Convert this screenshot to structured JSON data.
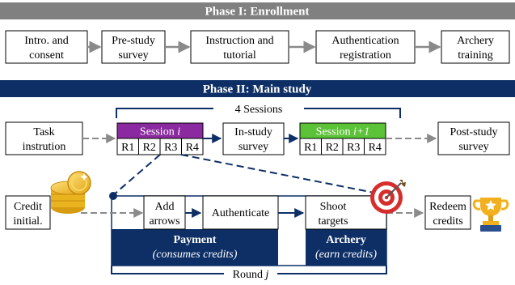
{
  "phase1": {
    "title": "Phase I: Enrollment",
    "steps": [
      {
        "line1": "Intro. and",
        "line2": "consent"
      },
      {
        "line1": "Pre-study",
        "line2": "survey"
      },
      {
        "line1": "Instruction and",
        "line2": "tutorial"
      },
      {
        "line1": "Authentication",
        "line2": "registration"
      },
      {
        "line1": "Archery",
        "line2": "training"
      }
    ]
  },
  "phase2": {
    "title": "Phase II: Main study",
    "sessions_label": "4 Sessions",
    "task_instruction": {
      "line1": "Task",
      "line2": "instrution"
    },
    "session_i": {
      "prefix": "Session ",
      "var": "i"
    },
    "session_i1": {
      "prefix": "Session ",
      "var": "i+1"
    },
    "rounds": [
      "R1",
      "R2",
      "R3",
      "R4"
    ],
    "in_study_survey": {
      "line1": "In-study",
      "line2": "survey"
    },
    "post_study_survey": {
      "line1": "Post-study",
      "line2": "survey"
    },
    "credit_initial": {
      "line1": "Credit",
      "line2": "initial."
    },
    "add_arrows": {
      "line1": "Add",
      "line2": "arrows"
    },
    "authenticate": "Authenticate",
    "shoot_targets": {
      "line1": "Shoot",
      "line2": "targets"
    },
    "redeem_credits": {
      "line1": "Redeem",
      "line2": "credits"
    },
    "payment": {
      "title": "Payment",
      "subtitle": "(consumes credits)"
    },
    "archery": {
      "title": "Archery",
      "subtitle": "(earn credits)"
    },
    "round_label": {
      "prefix": "Round ",
      "var": "j"
    }
  },
  "colors": {
    "phase1_bar": "#808080",
    "phase2_bar": "#0d2f66",
    "session_i": "#8b2aa0",
    "session_i1": "#5cc238",
    "arrow_gray": "#8a8a8a",
    "navy": "#0d2f66"
  },
  "icons": [
    "coins-icon",
    "target-arrow-icon",
    "trophy-icon"
  ]
}
